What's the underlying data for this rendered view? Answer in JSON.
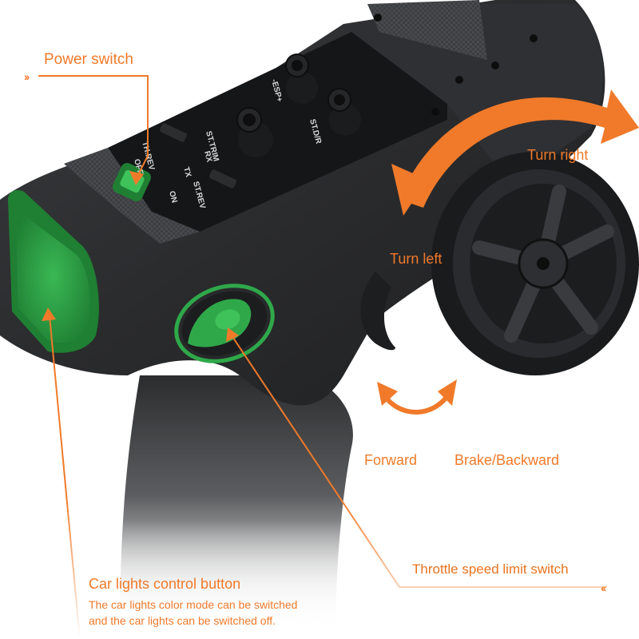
{
  "colors": {
    "accent": "#f07a2a",
    "highlight_green": "#2fa84a",
    "body_dark": "#2b2c2e",
    "carbon": "#3b3c3e"
  },
  "callouts": {
    "power_switch": "Power switch",
    "turn_right": "Turn right",
    "turn_left": "Turn left",
    "forward": "Forward",
    "brake_backward": "Brake/Backward",
    "throttle_limit": "Throttle speed limit switch",
    "car_lights_title": "Car lights control button",
    "car_lights_desc_line1": "The car lights color mode can be switched",
    "car_lights_desc_line2": "and the car lights can be switched off."
  },
  "panel_labels": {
    "th_rev": "TH.REV",
    "st_trim": "ST.TRIM",
    "rx": "RX",
    "tx": "TX",
    "off": "OFF",
    "on": "ON",
    "st_rev": "ST.REV",
    "esp": "-ESP+",
    "st_dr": "ST.D/R"
  },
  "icons": {
    "left_marker": "double-chevron-right-icon",
    "right_marker": "double-chevron-left-icon"
  }
}
